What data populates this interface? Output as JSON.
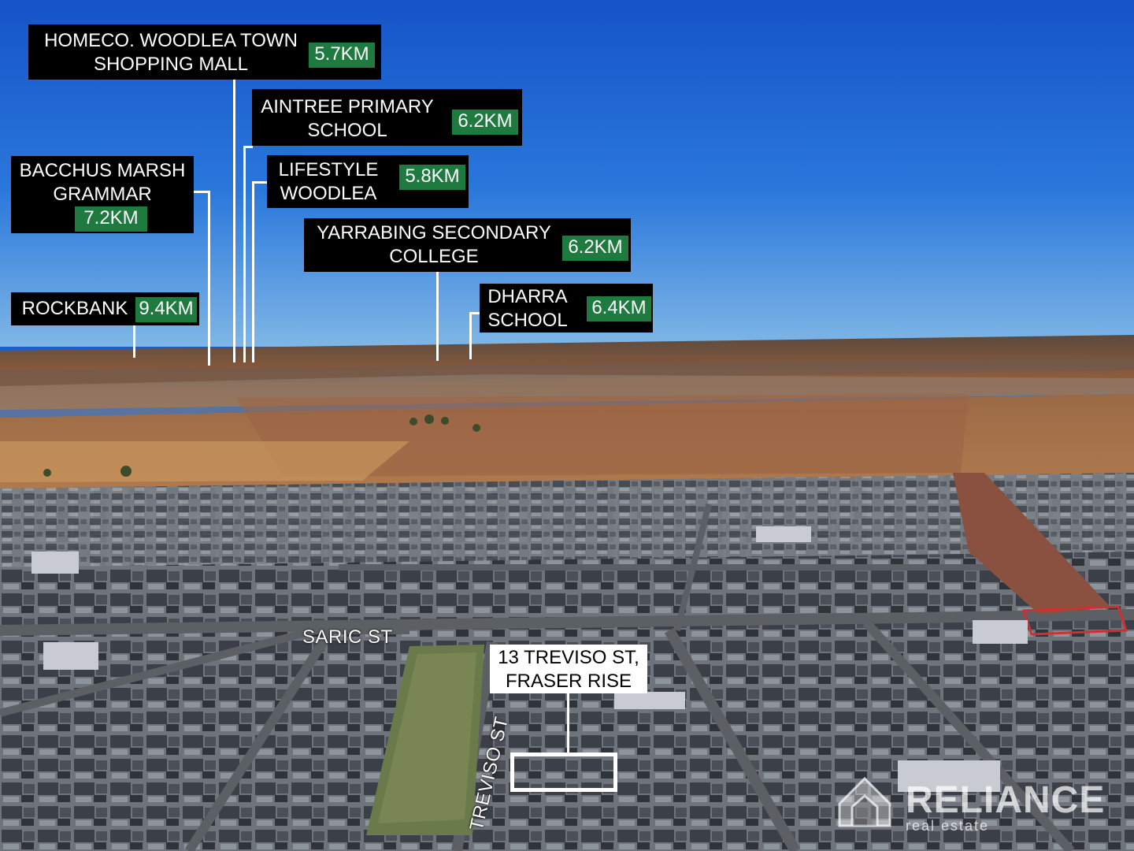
{
  "callouts": [
    {
      "name": "HOMECO. WOODLEA TOWN SHOPPING MALL",
      "distance": "5.7KM"
    },
    {
      "name": "AINTREE PRIMARY SCHOOL",
      "distance": "6.2KM"
    },
    {
      "name": "BACCHUS MARSH GRAMMAR",
      "distance": "7.2KM"
    },
    {
      "name": "LIFESTYLE WOODLEA",
      "distance": "5.8KM"
    },
    {
      "name": "YARRABING SECONDARY COLLEGE",
      "distance": "6.2KM"
    },
    {
      "name": "DHARRA SCHOOL",
      "distance": "6.4KM"
    },
    {
      "name": "ROCKBANK",
      "distance": "9.4KM"
    }
  ],
  "callout_lines": {
    "homeco": [
      "HOMECO. WOODLEA TOWN",
      "SHOPPING MALL"
    ],
    "aintree": [
      "AINTREE PRIMARY",
      "SCHOOL"
    ],
    "bacchus": [
      "BACCHUS MARSH",
      "GRAMMAR"
    ],
    "lifestyle": [
      "LIFESTYLE",
      "WOODLEA"
    ],
    "yarrabing": [
      "YARRABING SECONDARY",
      "COLLEGE"
    ],
    "dharra": [
      "DHARRA",
      "SCHOOL"
    ],
    "rockbank": [
      "ROCKBANK"
    ]
  },
  "streets": {
    "saric": "SARIC ST",
    "treviso": "TREVISO ST"
  },
  "address": {
    "line1": "13 TREVISO ST,",
    "line2": "FRASER RISE"
  },
  "logo": {
    "brand": "RELIANCE",
    "tagline": "real estate"
  },
  "colors": {
    "callout_bg": "#000000",
    "distance_bg": "#1e7a3e",
    "sky": "#1a5fd0",
    "leader": "#ffffff"
  }
}
